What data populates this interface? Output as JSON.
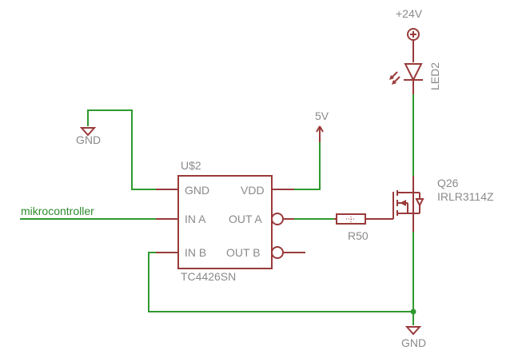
{
  "supply": {
    "v24": "+24V",
    "v5": "5V"
  },
  "grounds": {
    "gnd_left": "GND",
    "gnd_bottom": "GND"
  },
  "net": {
    "mikro": "mikrocontroller"
  },
  "ic": {
    "ref": "U$2",
    "name": "TC4426SN",
    "pins": {
      "gnd": "GND",
      "vdd": "VDD",
      "in_a": "IN A",
      "out_a": "OUT A",
      "in_b": "IN B",
      "out_b": "OUT B"
    }
  },
  "resistor": {
    "ref": "R50"
  },
  "led": {
    "ref": "LED2"
  },
  "mosfet": {
    "ref": "Q26",
    "value": "IRLR3114Z"
  }
}
